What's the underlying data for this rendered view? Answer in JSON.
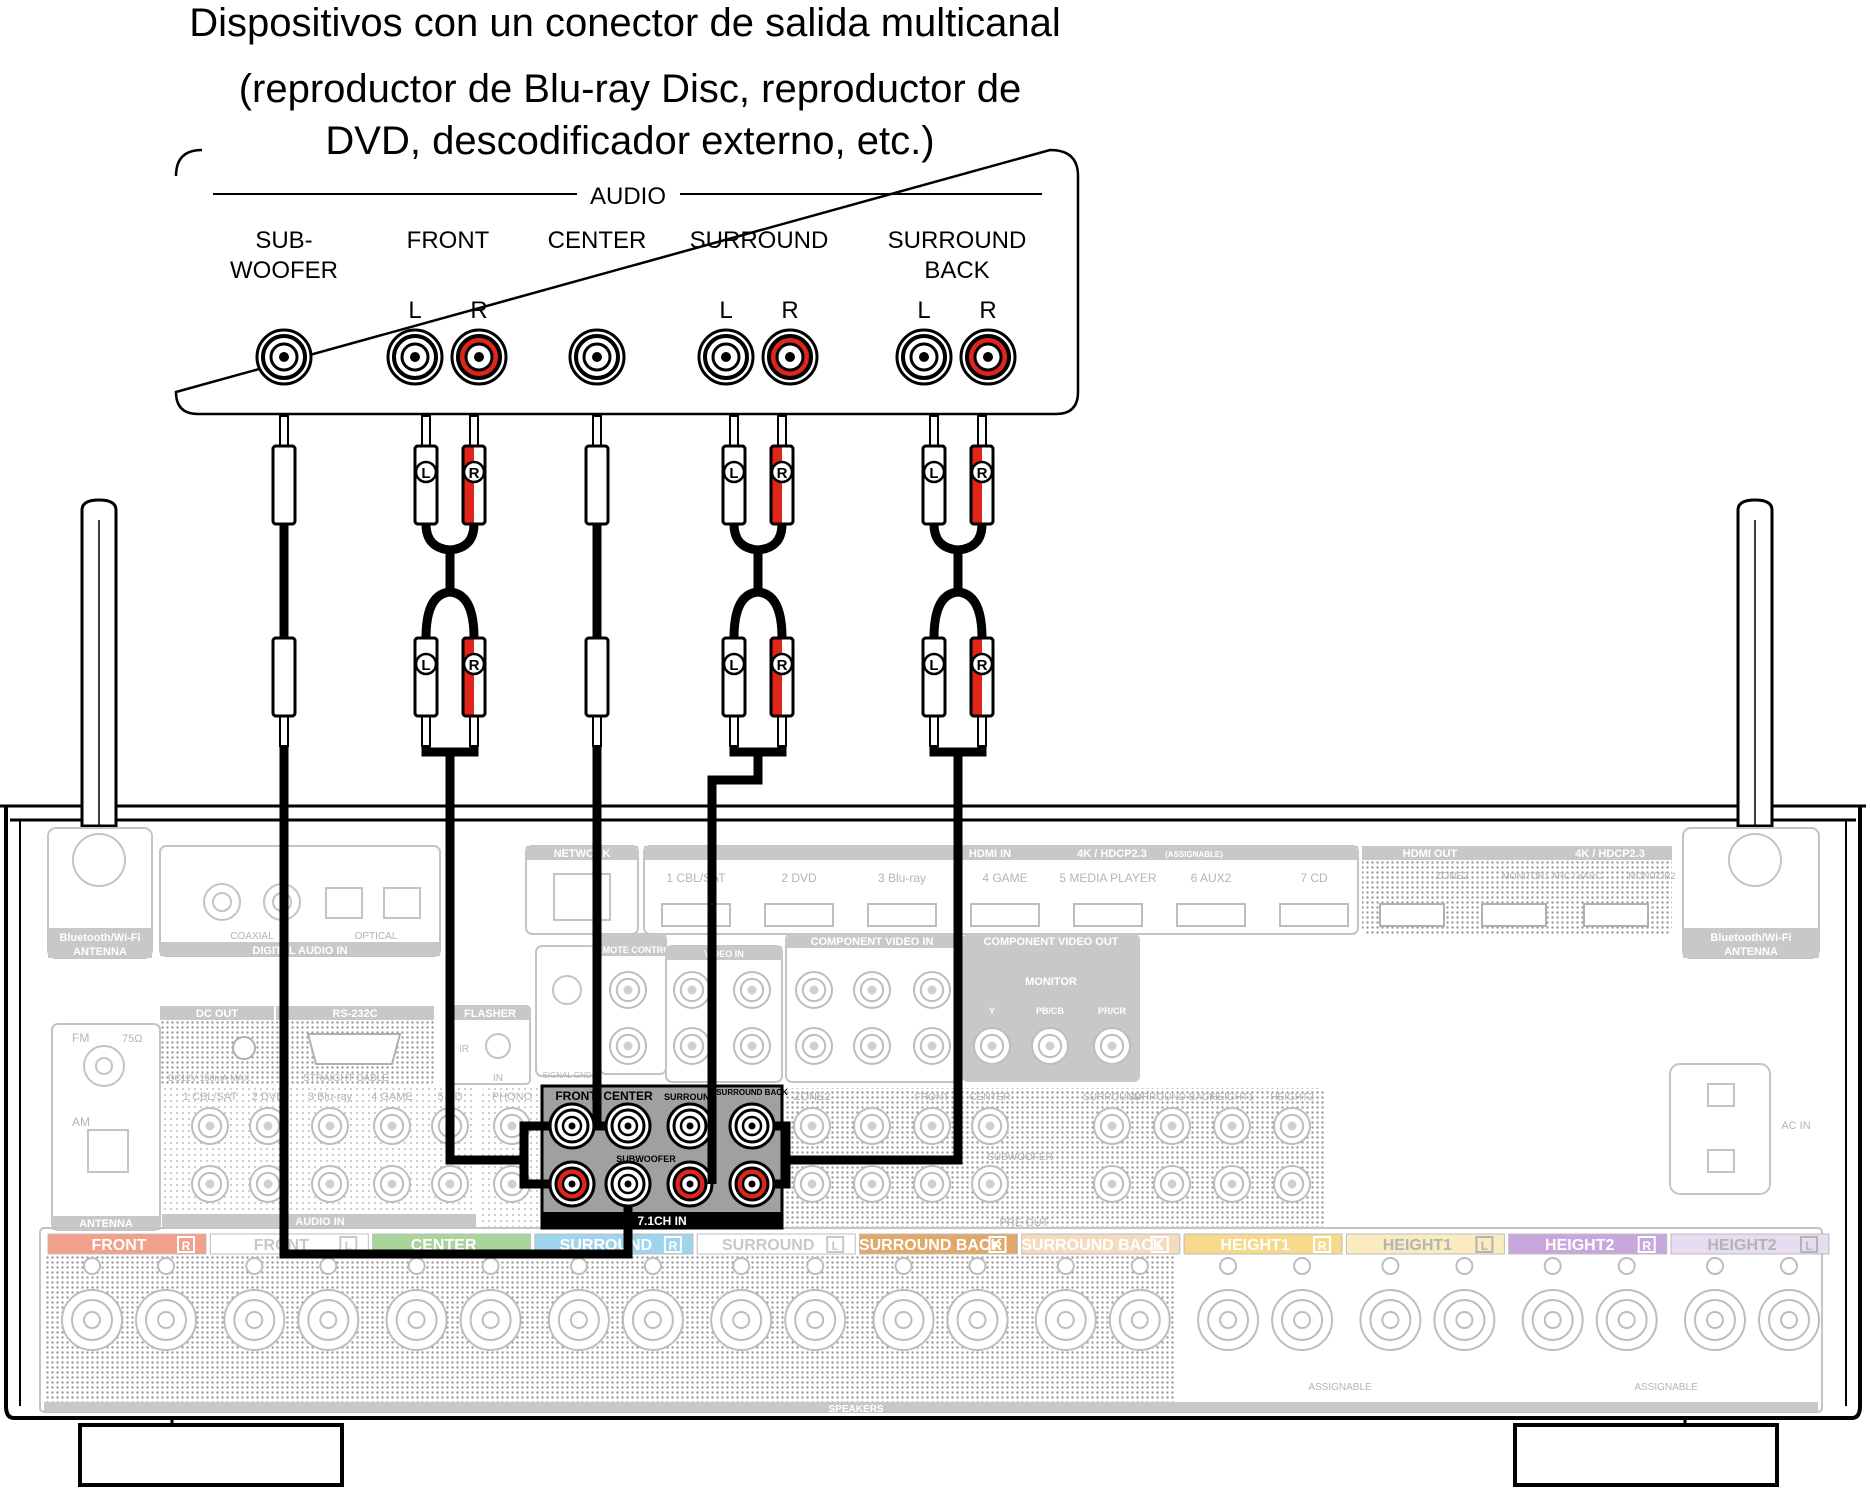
{
  "heading": {
    "line1": "Dispositivos con un conector de salida multicanal",
    "line2": "(reproductor de Blu-ray Disc, reproductor de",
    "line3": "DVD, descodificador externo, etc.)"
  },
  "device": {
    "group_label": "AUDIO",
    "channels": {
      "subwoofer": {
        "label1": "SUB-",
        "label2": "WOOFER"
      },
      "front": {
        "label": "FRONT",
        "left": "L",
        "right": "R"
      },
      "center": {
        "label": "CENTER"
      },
      "surround": {
        "label": "SURROUND",
        "left": "L",
        "right": "R"
      },
      "surround_back": {
        "label1": "SURROUND",
        "label2": "BACK",
        "left": "L",
        "right": "R"
      }
    }
  },
  "plug_marks": {
    "left": "L",
    "right": "R"
  },
  "receiver": {
    "antenna_label_1": "Bluetooth/Wi-Fi",
    "antenna_label_2": "ANTENNA",
    "network": "NETWORK",
    "hdmi_in": "HDMI IN",
    "hdmi_spec": "4K / HDCP2.3",
    "assignable_tag": "(ASSIGNABLE)",
    "hdmi_inputs": [
      "1 CBL/SAT",
      "2 DVD",
      "3 Blu-ray",
      "4 GAME",
      "5 MEDIA PLAYER",
      "6 AUX2",
      "7 CD"
    ],
    "hdmi_out": "HDMI OUT",
    "hdmi_out_ports": [
      "ZONE2",
      "MONITOR1 ARC / eARC",
      "MONITOR2"
    ],
    "digital_audio_in": "DIGITAL AUDIO IN",
    "coaxial": "COAXIAL",
    "optical": "OPTICAL",
    "dc_out": "DC OUT",
    "dc_spec": "DC12V 150mA MAX.",
    "rs232c": "RS-232C",
    "straight_cable": "STRAIGHT CABLE",
    "flasher": "FLASHER",
    "flasher_in": "IN",
    "remote_control": "REMOTE CONTROL",
    "ir": "IR",
    "signal_gnd": "SIGNAL GND",
    "video_in": "VIDEO IN",
    "component_video_in": "COMPONENT VIDEO IN",
    "component_video_out": "COMPONENT VIDEO OUT",
    "monitor": "MONITOR",
    "component_cols": [
      "Y",
      "PB/CB",
      "PR/CR"
    ],
    "fm": "FM",
    "fm_ohm": "75Ω",
    "am": "AM",
    "antenna": "ANTENNA",
    "audio_in": "AUDIO IN",
    "audio_in_inputs": [
      "1 CBL/SAT",
      "2 DVD",
      "3 Blu-ray",
      "4 GAME",
      "5 CD"
    ],
    "phono": "PHONO",
    "ch71_in": "7.1CH IN",
    "ch71_labels": {
      "front": "FRONT",
      "center": "CENTER",
      "surround": "SURROUND",
      "surround_back": "SURROUND BACK",
      "subwoofer": "SUBWOOFER"
    },
    "zone2": "ZONE2",
    "pre_out": "PRE OUT",
    "pre_out_labels": [
      "FRONT",
      "CENTER",
      "SURROUND",
      "SURROUND BACK",
      "HEIGHT1",
      "HEIGHT2"
    ],
    "pre_out_sub": "SUBWOOFER",
    "ac_in": "AC IN",
    "speakers": "SPEAKERS",
    "assignable": "ASSIGNABLE",
    "speaker_tabs": [
      {
        "label": "FRONT",
        "side": "R",
        "color": "#f3a08a",
        "text": "#ffffff"
      },
      {
        "label": "FRONT",
        "side": "L",
        "color": "#ffffff",
        "text": "#c8c8c8"
      },
      {
        "label": "CENTER",
        "side": "",
        "color": "#a9d59a",
        "text": "#ffffff"
      },
      {
        "label": "SURROUND",
        "side": "R",
        "color": "#9fd4ef",
        "text": "#ffffff"
      },
      {
        "label": "SURROUND",
        "side": "L",
        "color": "#ffffff",
        "text": "#c8c8c8"
      },
      {
        "label": "SURROUND BACK",
        "side": "R",
        "color": "#e0a86a",
        "text": "#ffffff"
      },
      {
        "label": "SURROUND BACK",
        "side": "L",
        "color": "#f4dbc0",
        "text": "#ffffff"
      },
      {
        "label": "HEIGHT1",
        "side": "R",
        "color": "#f6d98a",
        "text": "#ffffff"
      },
      {
        "label": "HEIGHT1",
        "side": "L",
        "color": "#faecc0",
        "text": "#b4b4b4"
      },
      {
        "label": "HEIGHT2",
        "side": "R",
        "color": "#c8a6de",
        "text": "#ffffff"
      },
      {
        "label": "HEIGHT2",
        "side": "L",
        "color": "#e8dcf2",
        "text": "#b4b4b4"
      }
    ],
    "colors": {
      "red_jack": "#e0251b",
      "ghost_line": "#c4c4c4",
      "dot_fill": "#d4d4d4"
    }
  }
}
